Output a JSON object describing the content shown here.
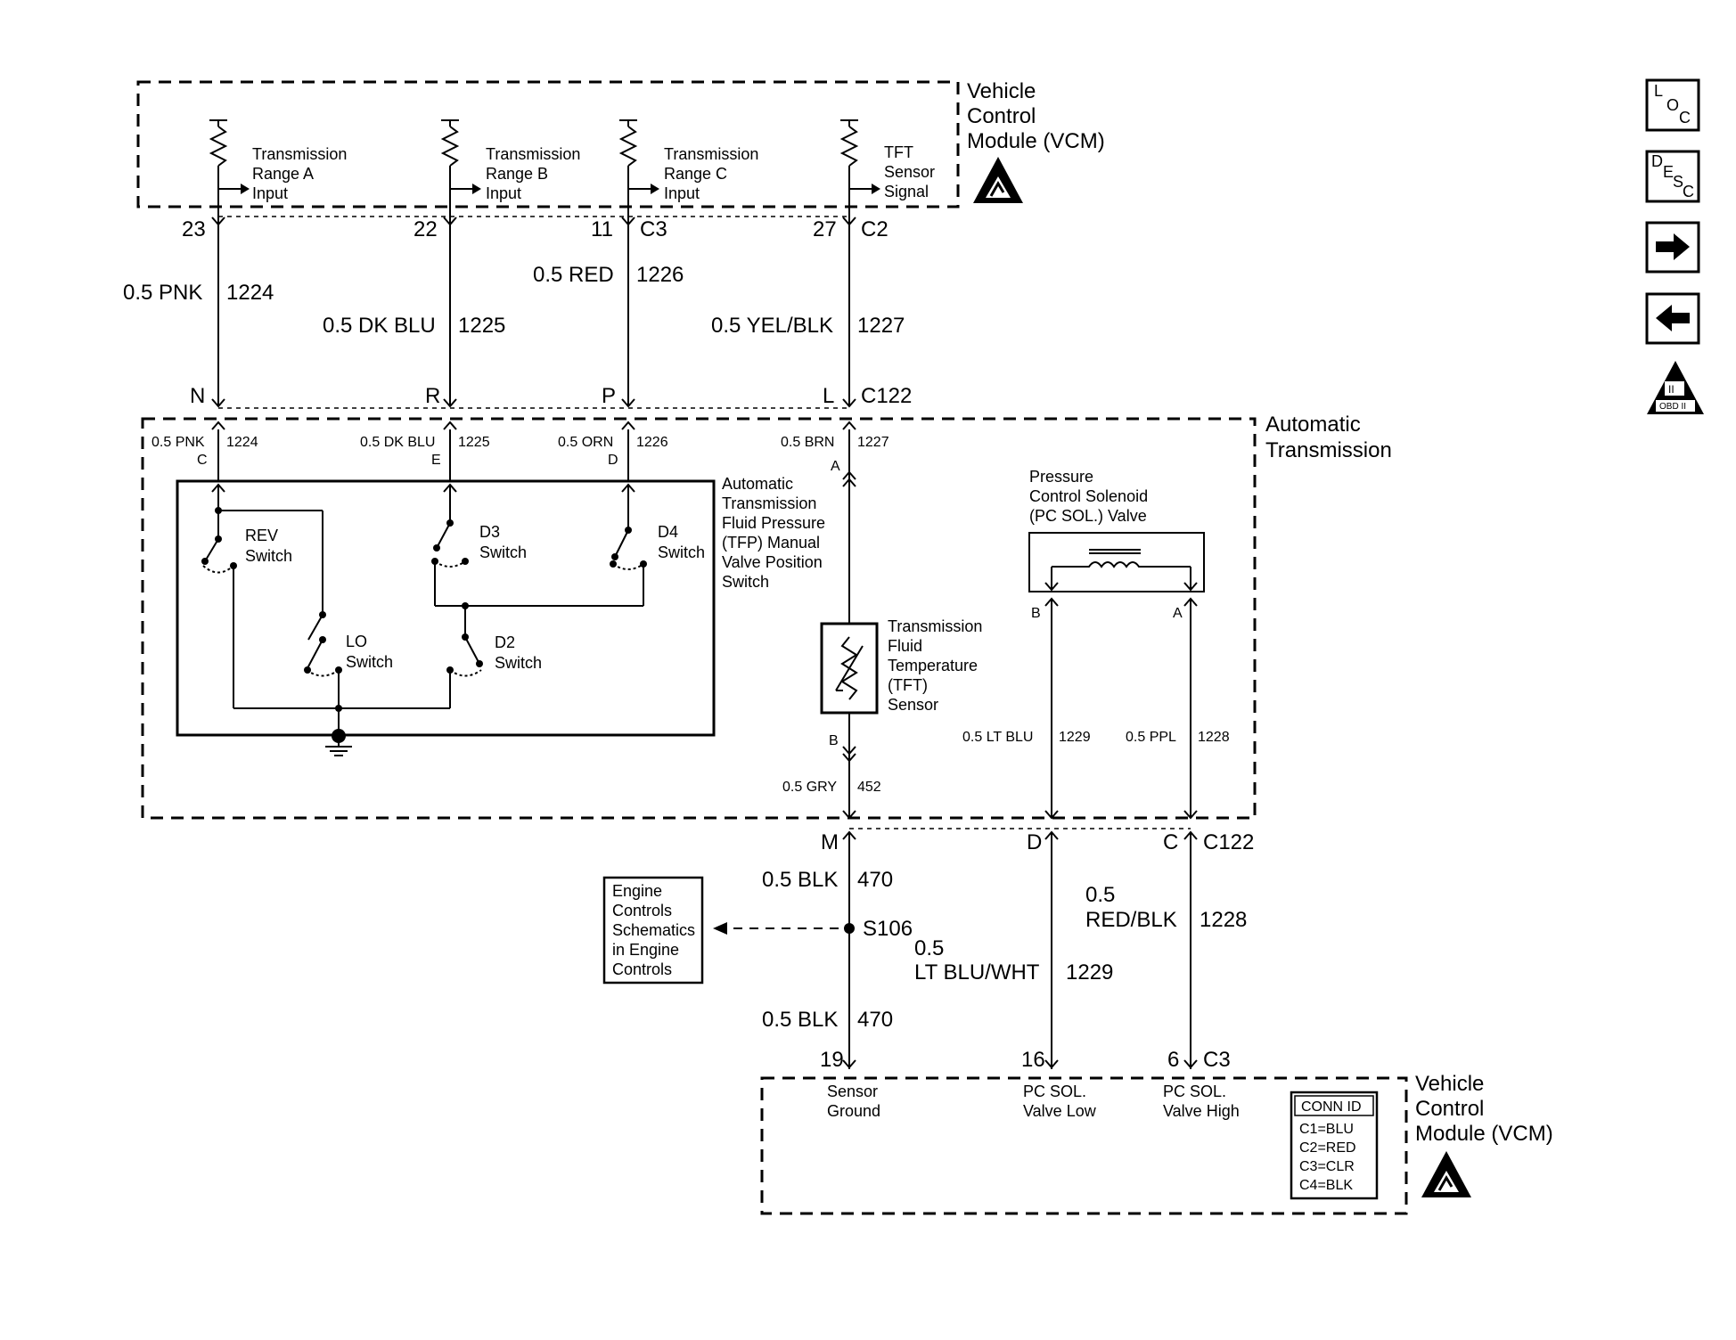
{
  "top_vcm": {
    "title": [
      "Vehicle",
      "Control",
      "Module (VCM)"
    ],
    "inputs": [
      [
        "Transmission",
        "Range A",
        "Input"
      ],
      [
        "Transmission",
        "Range B",
        "Input"
      ],
      [
        "Transmission",
        "Range C",
        "Input"
      ],
      [
        "TFT",
        "Sensor",
        "Signal"
      ]
    ],
    "pins": [
      "23",
      "22",
      "11",
      "27"
    ],
    "connectors": [
      "C3",
      "C2"
    ]
  },
  "wires_top": [
    {
      "color": "0.5 PNK",
      "circuit": "1224"
    },
    {
      "color": "0.5 DK BLU",
      "circuit": "1225"
    },
    {
      "color": "0.5 RED",
      "circuit": "1226"
    },
    {
      "color": "0.5 YEL/BLK",
      "circuit": "1227"
    }
  ],
  "c122_top": {
    "pins": [
      "N",
      "R",
      "P",
      "L"
    ],
    "name": "C122"
  },
  "trans": {
    "title": [
      "Automatic",
      "Transmission"
    ],
    "inner_wires": [
      {
        "color": "0.5 PNK",
        "circuit": "1224",
        "pin": "C"
      },
      {
        "color": "0.5 DK BLU",
        "circuit": "1225",
        "pin": "E"
      },
      {
        "color": "0.5 ORN",
        "circuit": "1226",
        "pin": "D"
      },
      {
        "color": "0.5 BRN",
        "circuit": "1227",
        "pin": "A"
      }
    ],
    "tfp_label": [
      "Automatic",
      "Transmission",
      "Fluid Pressure",
      "(TFP) Manual",
      "Valve Position",
      "Switch"
    ],
    "switches": {
      "rev": [
        "REV",
        "Switch"
      ],
      "d3": [
        "D3",
        "Switch"
      ],
      "d4": [
        "D4",
        "Switch"
      ],
      "lo": [
        "LO",
        "Switch"
      ],
      "d2": [
        "D2",
        "Switch"
      ]
    },
    "tft_label": [
      "Transmission",
      "Fluid",
      "Temperature",
      "(TFT)",
      "Sensor"
    ],
    "tft_pin_b": "B",
    "gry_wire": {
      "color": "0.5 GRY",
      "circuit": "452"
    },
    "pc_label": [
      "Pressure",
      "Control Solenoid",
      "(PC SOL.) Valve"
    ],
    "pc_pins": [
      "B",
      "A"
    ],
    "pc_wires": [
      {
        "color": "0.5 LT BLU",
        "circuit": "1229"
      },
      {
        "color": "0.5 PPL",
        "circuit": "1228"
      }
    ]
  },
  "c122_bottom": {
    "pins": [
      "M",
      "D",
      "C"
    ],
    "name": "C122"
  },
  "wires_bottom": {
    "blk_upper": {
      "color": "0.5 BLK",
      "circuit": "470"
    },
    "blk_lower": {
      "color": "0.5 BLK",
      "circuit": "470"
    },
    "splice": "S106",
    "ltbluwht": {
      "color_1": "0.5",
      "color_2": "LT BLU/WHT",
      "circuit": "1229"
    },
    "redblk": {
      "color_1": "0.5",
      "color_2": "RED/BLK",
      "circuit": "1228"
    }
  },
  "engine_box": [
    "Engine",
    "Controls",
    "Schematics",
    "in Engine",
    "Controls"
  ],
  "bottom_vcm": {
    "title": [
      "Vehicle",
      "Control",
      "Module (VCM)"
    ],
    "pins": [
      "19",
      "16",
      "6"
    ],
    "connector": "C3",
    "inputs": [
      [
        "Sensor",
        "Ground"
      ],
      [
        "PC SOL.",
        "Valve Low"
      ],
      [
        "PC SOL.",
        "Valve High"
      ]
    ],
    "conn_id": [
      "CONN ID",
      "C1=BLU",
      "C2=RED",
      "C3=CLR",
      "C4=BLK"
    ]
  },
  "nav": {
    "loc": [
      "L",
      "O",
      "C"
    ],
    "desc": [
      "D",
      "E",
      "S",
      "C"
    ],
    "obd": [
      "II",
      "OBD II"
    ]
  },
  "icons": [
    "location-icon",
    "description-icon",
    "next-arrow-icon",
    "previous-arrow-icon",
    "obd-ii-icon",
    "esd-warning-icon"
  ]
}
